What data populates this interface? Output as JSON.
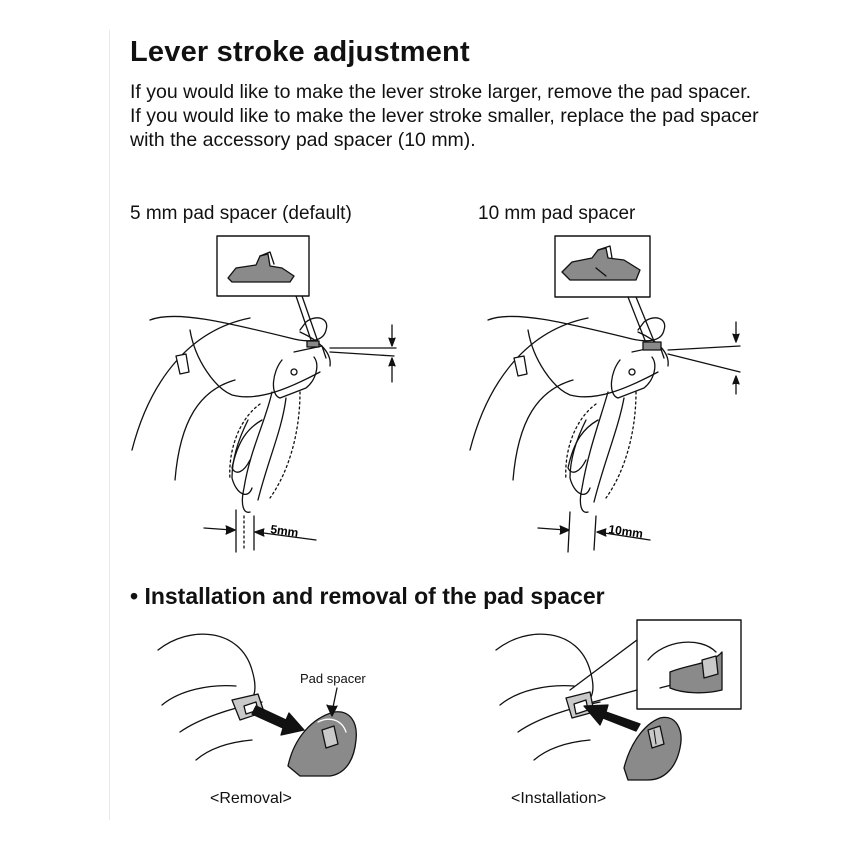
{
  "heading": "Lever stroke adjustment",
  "paragraphs": [
    "If you would like to make the lever stroke larger, remove the pad spacer.",
    "If you would like to make the lever stroke smaller, replace the pad spacer with the accessory pad spacer (10 mm)."
  ],
  "figures": {
    "left": {
      "title": "5 mm pad spacer (default)",
      "dimension": "5mm"
    },
    "right": {
      "title": "10 mm pad spacer",
      "dimension": "10mm"
    }
  },
  "section2": {
    "heading": "• Installation and removal of the pad spacer",
    "callout": "Pad spacer",
    "captions": {
      "removal": "<Removal>",
      "installation": "<Installation>"
    }
  },
  "colors": {
    "ink": "#111111",
    "fill_dark": "#8a8a8a",
    "fill_light": "#c9c9c9"
  }
}
